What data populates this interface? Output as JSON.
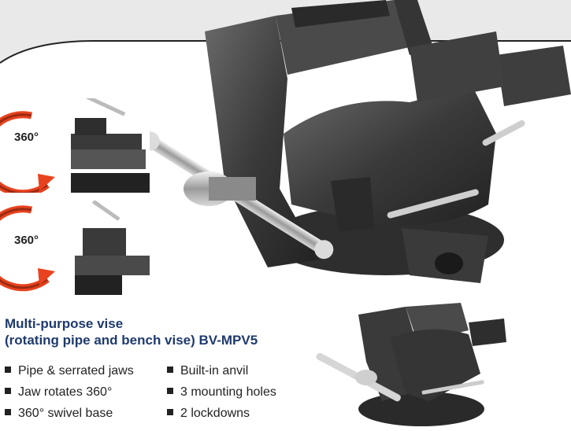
{
  "insets": [
    {
      "rotation_label": "360°"
    },
    {
      "rotation_label": "360°"
    }
  ],
  "product": {
    "title_line1": "Multi-purpose vise",
    "title_line2": "(rotating pipe and bench vise) BV-MPV5"
  },
  "features": [
    "Pipe & serrated jaws",
    "Built-in anvil",
    "Jaw rotates 360°",
    "3 mounting holes",
    "360° swivel base",
    "2 lockdowns"
  ],
  "colors": {
    "title": "#1f3a6e",
    "band": "#e9e9e9",
    "band_line": "#222222",
    "arrow": "#e8431e",
    "vise_metal": "#3a3a3a"
  }
}
